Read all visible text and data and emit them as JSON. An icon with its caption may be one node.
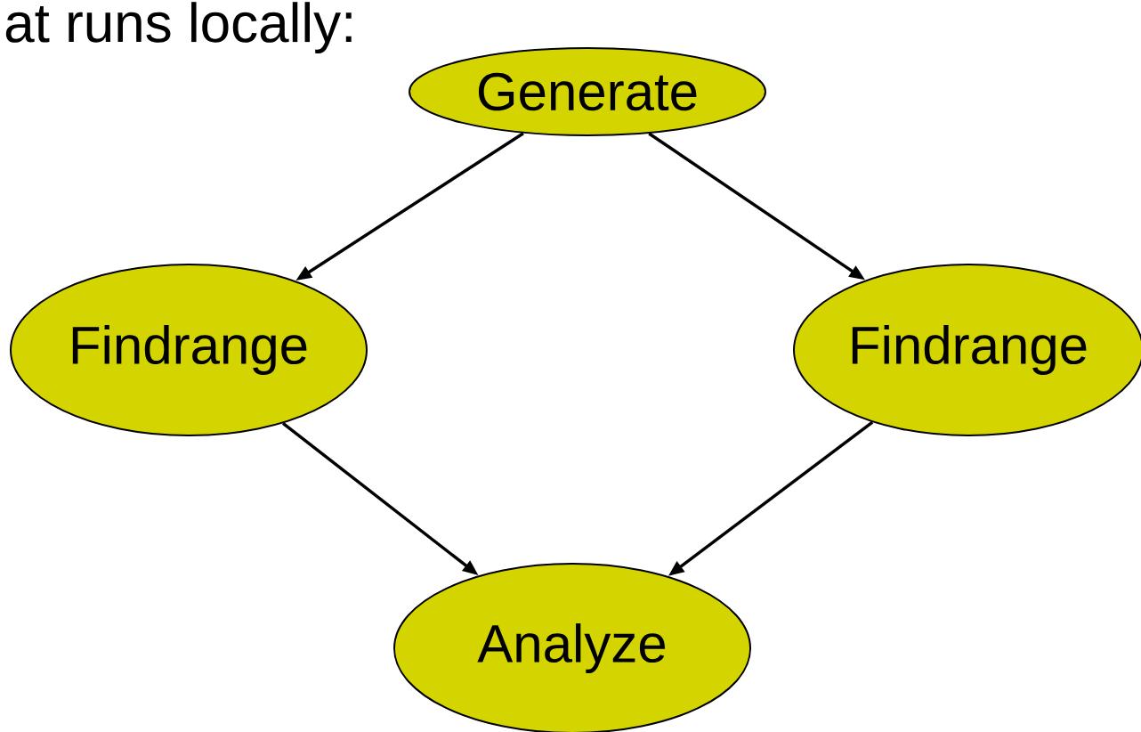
{
  "diagram": {
    "nodes": [
      {
        "text": [
          "Generate"
        ]
      },
      {
        "text": [
          "Findrange"
        ]
      },
      {
        "text": [
          "Findrange"
        ]
      },
      {
        "text": [
          "Analyze"
        ]
      }
    ],
    "edges": [
      {
        "from": 0,
        "to": 1,
        "arrow": "to"
      },
      {
        "from": 0,
        "to": 2,
        "arrow": "to"
      },
      {
        "from": 1,
        "to": 3,
        "arrow": "to"
      },
      {
        "from": 2,
        "to": 3,
        "arrow": "to"
      }
    ],
    "labels": [
      "at runs locally:"
    ]
  }
}
